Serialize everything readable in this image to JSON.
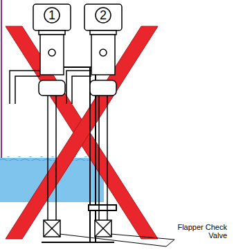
{
  "diagram": {
    "labels": [
      "1",
      "2",
      "Flapper Check Valve"
    ]
  }
}
